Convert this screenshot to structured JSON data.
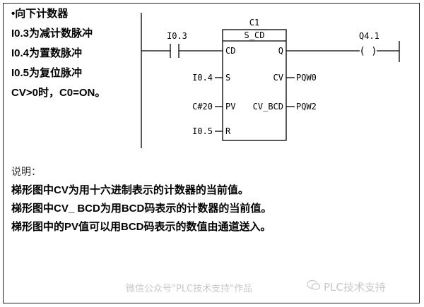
{
  "notes": {
    "title": "•向下计数器",
    "lines": [
      "I0.3为减计数脉冲",
      "I0.4为置数脉冲",
      "I0.5为复位脉冲",
      "CV>0时，C0=ON。"
    ]
  },
  "ladder": {
    "counter_name": "C1",
    "block_type": "S_CD",
    "contact_label": "I0.3",
    "coil_label": "Q4.1",
    "coil_symbol": "( )",
    "pins": {
      "cd": "CD",
      "q": "Q",
      "s": "S",
      "cv": "CV",
      "pv": "PV",
      "cv_bcd": "CV_BCD",
      "r": "R"
    },
    "inputs": {
      "s": "I0.4",
      "pv": "C#20",
      "r": "I0.5"
    },
    "outputs": {
      "cv": "PQW0",
      "cv_bcd": "PQW2"
    }
  },
  "description": {
    "heading": "说明：",
    "lines": [
      "梯形图中CV为用十六进制表示的计数器的当前值。",
      "梯形图中CV_ BCD为用BCD码表示的计数器的当前值。",
      "梯形图中的PV值可以用BCD码表示的数值由通道送入。"
    ]
  },
  "watermark": {
    "left": "微信公众号\"PLC技术支持\"作品",
    "right": "PLC技术支持"
  }
}
